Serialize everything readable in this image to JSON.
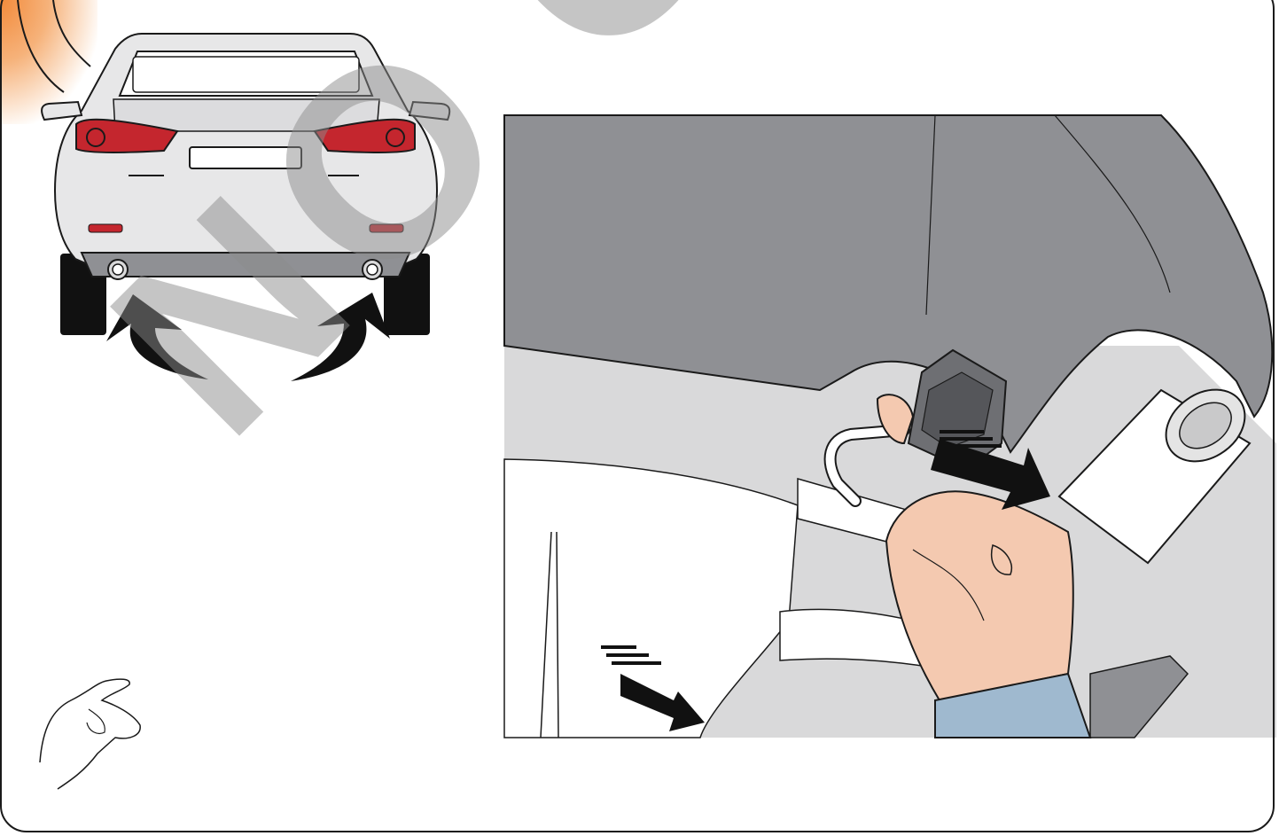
{
  "figure": {
    "overview_panel": {
      "subject": "rear-of-car",
      "indicated_parts": [
        "left-exhaust-outlet",
        "right-exhaust-outlet"
      ]
    },
    "detail_panel": {
      "subject": "exhaust-rubber-hanger-removal",
      "action": "pull-down-and-out"
    },
    "hint_icon": "hand-pinch-icon",
    "watermark": "NO OR"
  },
  "colors": {
    "body_panel": "#e7e7e8",
    "bumper_dark": "#8f9094",
    "underbody_grey": "#d9d9da",
    "tail_light": "#c4262e",
    "skin": "#f4c9b0",
    "sleeve": "#9fb9cf",
    "arrow": "#111111",
    "accent_orange": "#f28a3a",
    "watermark": "#8c8c8c"
  }
}
